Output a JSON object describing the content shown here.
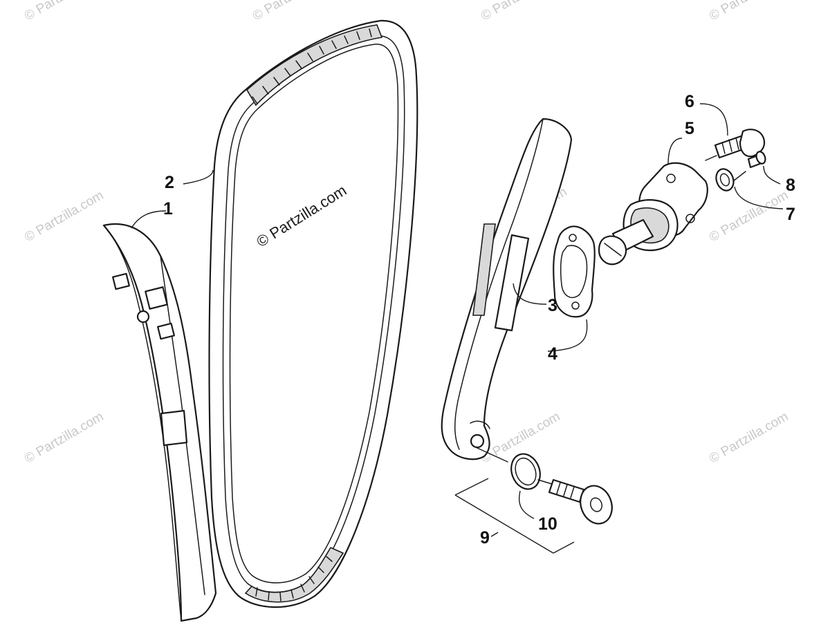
{
  "watermark": {
    "main": "© Partzilla.com",
    "repeat": "© Partzilla.com"
  },
  "callouts": {
    "c1": "1",
    "c2": "2",
    "c3": "3",
    "c4": "4",
    "c5": "5",
    "c6": "6",
    "c7": "7",
    "c8": "8",
    "c9": "9",
    "c10": "10"
  }
}
